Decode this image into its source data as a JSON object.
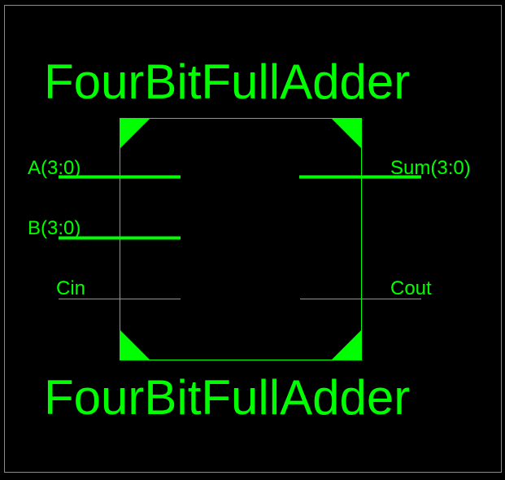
{
  "colors": {
    "background": "#000000",
    "frame": "#8c8c8c",
    "symbol": "#00ff00"
  },
  "symbol": {
    "name_top": "FourBitFullAdder",
    "name_bottom": "FourBitFullAdder",
    "ports": {
      "a": {
        "label": "A(3:0)",
        "direction": "input",
        "bus": true
      },
      "b": {
        "label": "B(3:0)",
        "direction": "input",
        "bus": true
      },
      "cin": {
        "label": "Cin",
        "direction": "input",
        "bus": false
      },
      "sum": {
        "label": "Sum(3:0)",
        "direction": "output",
        "bus": true
      },
      "cout": {
        "label": "Cout",
        "direction": "output",
        "bus": false
      }
    }
  }
}
